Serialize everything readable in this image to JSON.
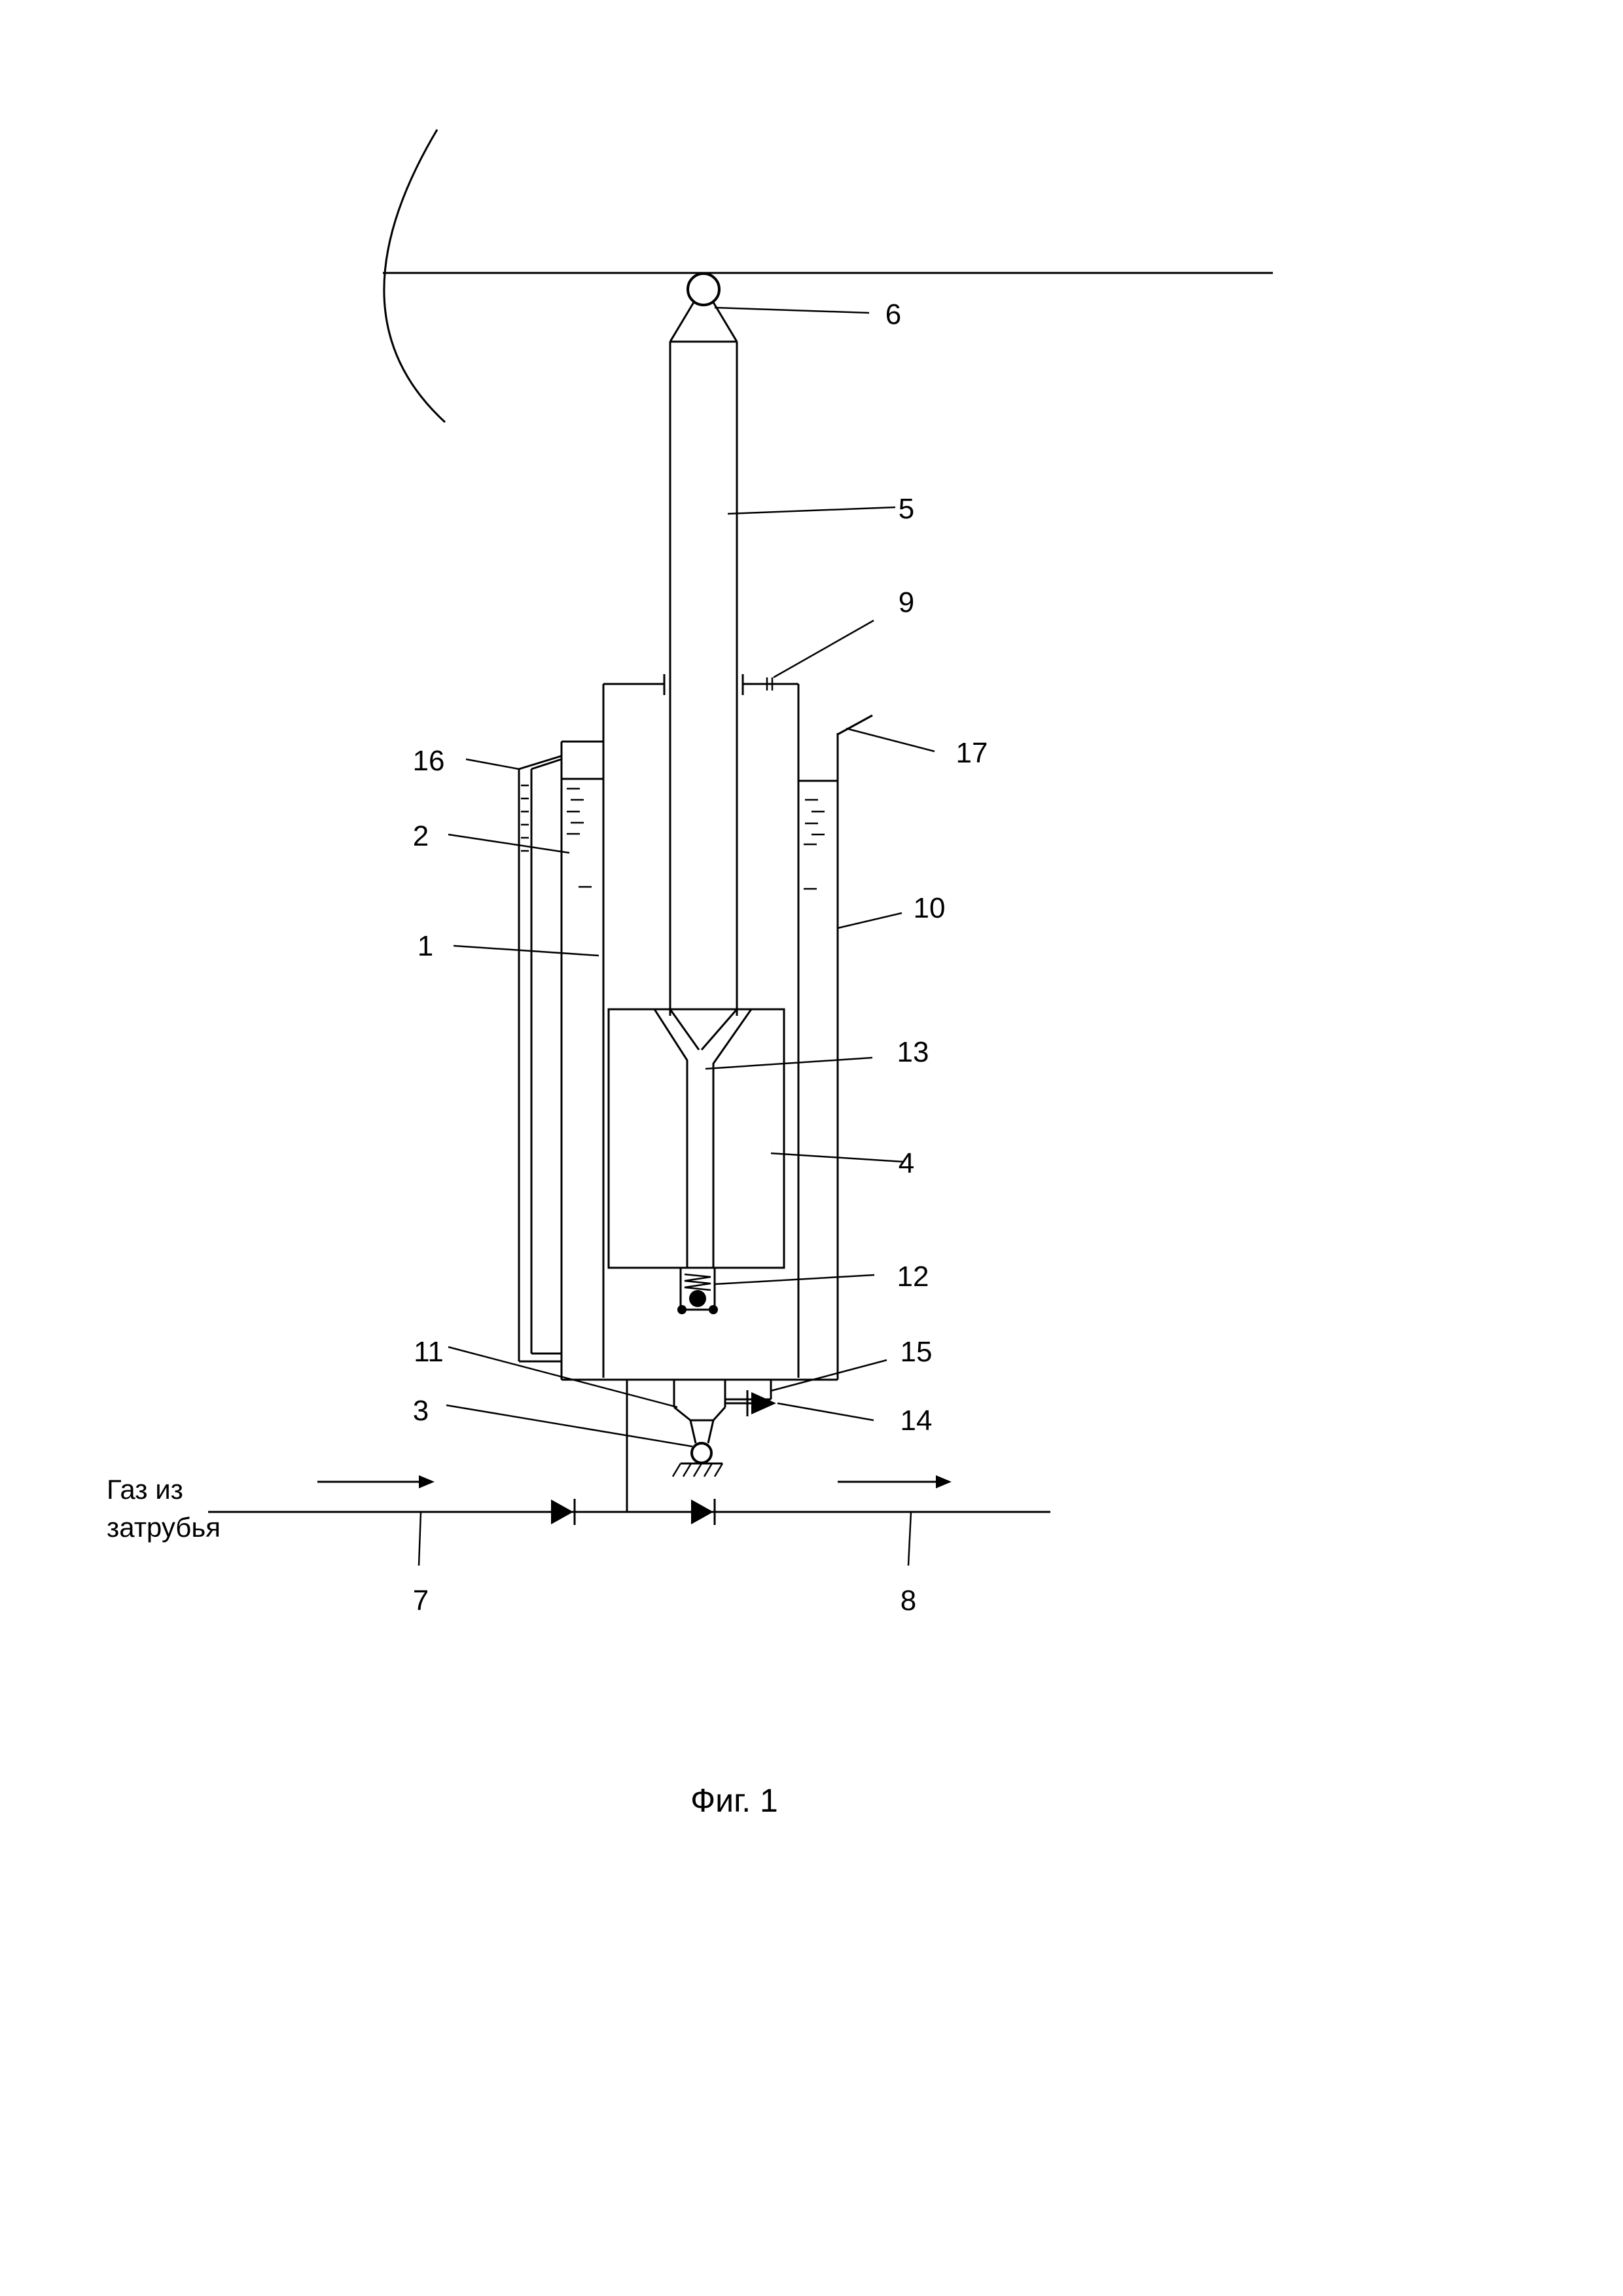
{
  "labels": {
    "l1": "1",
    "l2": "2",
    "l3": "3",
    "l4": "4",
    "l5": "5",
    "l6": "6",
    "l7": "7",
    "l8": "8",
    "l9": "9",
    "l10": "10",
    "l11": "11",
    "l12": "12",
    "l13": "13",
    "l14": "14",
    "l15": "15",
    "l16": "16",
    "l17": "17"
  },
  "inlet_text": {
    "line1": "Газ из",
    "line2": "затрубья"
  },
  "caption": "Фиг. 1"
}
